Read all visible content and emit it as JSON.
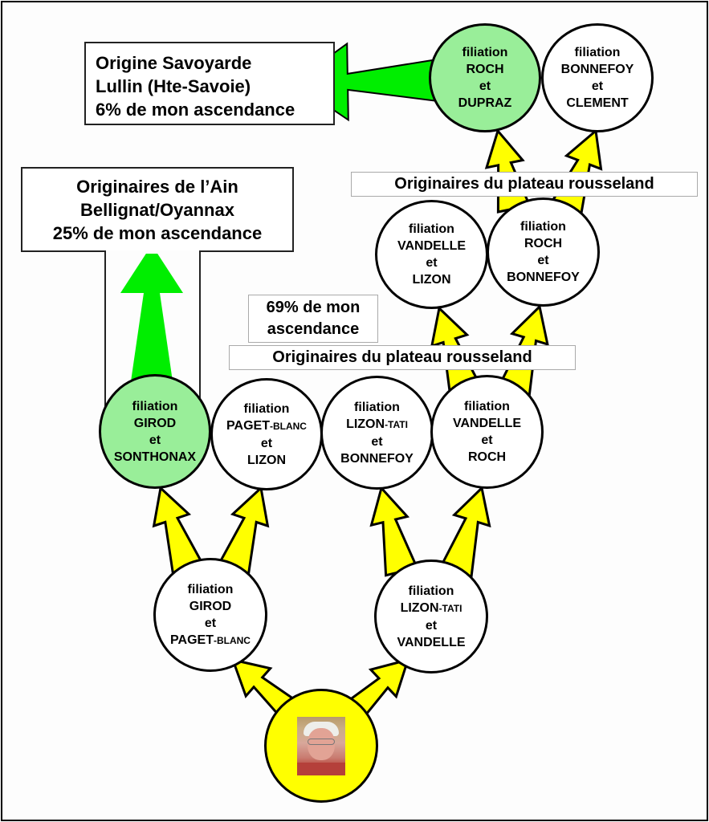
{
  "title": "Arbre des filiations - origines de mon ascendance",
  "colors": {
    "highlight_node": "#99ee99",
    "root_node": "#ffff00",
    "origin_arrow": "#00ee00",
    "lineage_arrow": "#ffff00"
  },
  "root": {
    "label": "Portrait",
    "icon": "person-photo"
  },
  "nodes": {
    "girod_paget": {
      "lines": [
        "filiation",
        "GIROD",
        "et"
      ],
      "last_main": "PAGET",
      "last_small": "-BLANC"
    },
    "lizon_vandelle": {
      "lines": [
        "filiation"
      ],
      "l2_main": "LIZON",
      "l2_small": "-TATI",
      "l3": "et",
      "l4": "VANDELLE"
    },
    "girod_sonthonax": {
      "lines": [
        "filiation",
        "GIROD",
        "et",
        "SONTHONAX"
      ]
    },
    "paget_lizon": {
      "l1": "filiation",
      "l2_main": "PAGET",
      "l2_small": "-BLANC",
      "l3": "et",
      "l4": "LIZON"
    },
    "lizon_bonnefoy": {
      "l1": "filiation",
      "l2_main": "LIZON",
      "l2_small": "-TATI",
      "l3": "et",
      "l4": "BONNEFOY"
    },
    "vandelle_roch": {
      "lines": [
        "filiation",
        "VANDELLE",
        "et",
        "ROCH"
      ]
    },
    "vandelle_lizon": {
      "lines": [
        "filiation",
        "VANDELLE",
        "et",
        "LIZON"
      ]
    },
    "roch_bonnefoy": {
      "lines": [
        "filiation",
        "ROCH",
        "et",
        "BONNEFOY"
      ]
    },
    "roch_dupraz": {
      "lines": [
        "filiation",
        "ROCH",
        "et",
        "DUPRAZ"
      ]
    },
    "bonnefoy_clement": {
      "lines": [
        "filiation",
        "BONNEFOY",
        "et",
        "CLEMENT"
      ]
    }
  },
  "labels": {
    "savoyarde": [
      "Origine Savoyarde",
      "Lullin (Hte-Savoie)",
      "6% de mon ascendance"
    ],
    "ain": [
      "Originaires de l’Ain",
      "Bellignat/Oyannax",
      "25% de mon ascendance"
    ],
    "percent69": [
      "69% de mon",
      "ascendance"
    ],
    "rousseland_lower": "Originaires du plateau rousseland",
    "rousseland_upper": "Originaires du plateau rousseland"
  }
}
